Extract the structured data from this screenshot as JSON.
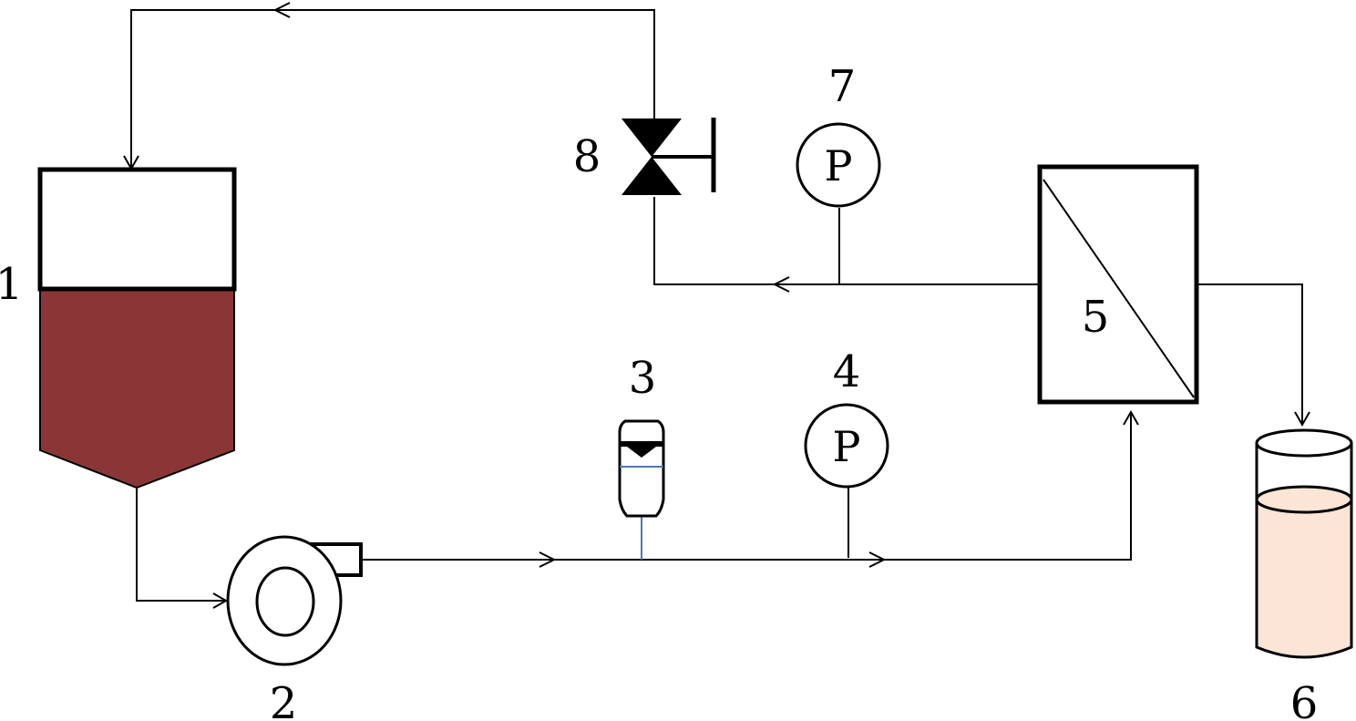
{
  "labels": {
    "feed_tank": "1",
    "pump": "2",
    "flowmeter": "3",
    "inlet_pressure_gauge": "4",
    "membrane_module": "5",
    "permeate_container": "6",
    "outlet_pressure_gauge": "7",
    "valve": "8"
  },
  "gauges": {
    "inlet_letter": "P",
    "outlet_letter": "P"
  },
  "colors": {
    "feed_liquid": "#8b3636",
    "permeate_liquid": "#fae5d6",
    "flowmeter_line": "#4a7ab8",
    "line": "#000000",
    "background": "#ffffff"
  }
}
